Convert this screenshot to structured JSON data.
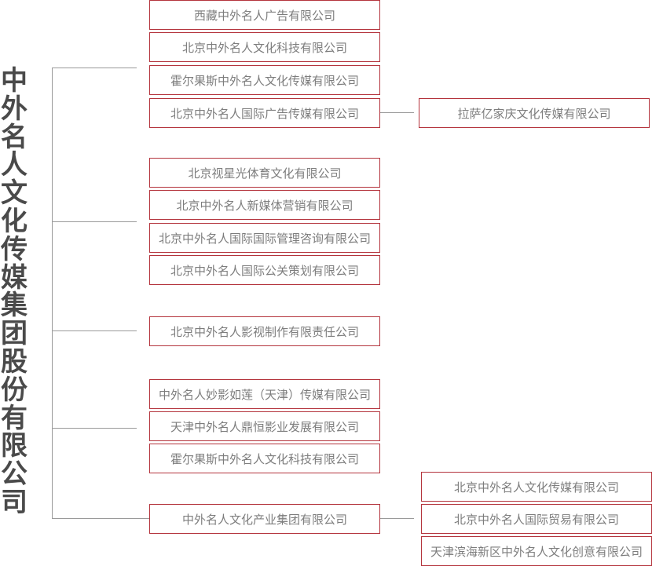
{
  "root": "中外名人文化传媒集团股份有限公司",
  "groups": [
    {
      "companies": [
        "西藏中外名人广告有限公司",
        "北京中外名人文化科技有限公司",
        "霍尔果斯中外名人文化传媒有限公司",
        "北京中外名人国际广告传媒有限公司"
      ],
      "subsidiary": "拉萨亿家庆文化传媒有限公司"
    },
    {
      "companies": [
        "北京视星光体育文化有限公司",
        "北京中外名人新媒体营销有限公司",
        "北京中外名人国际国际管理咨询有限公司",
        "北京中外名人国际公关策划有限公司"
      ]
    },
    {
      "companies": [
        "北京中外名人影视制作有限责任公司"
      ]
    },
    {
      "companies": [
        "中外名人妙影如莲（天津）传媒有限公司",
        "天津中外名人鼎恒影业发展有限公司",
        "霍尔果斯中外名人文化科技有限公司"
      ]
    },
    {
      "companies": [
        "中外名人文化产业集团有限公司"
      ],
      "subsidiaries": [
        "北京中外名人文化传媒有限公司",
        "北京中外名人国际贸易有限公司",
        "天津滨海新区中外名人文化创意有限公司"
      ]
    }
  ]
}
